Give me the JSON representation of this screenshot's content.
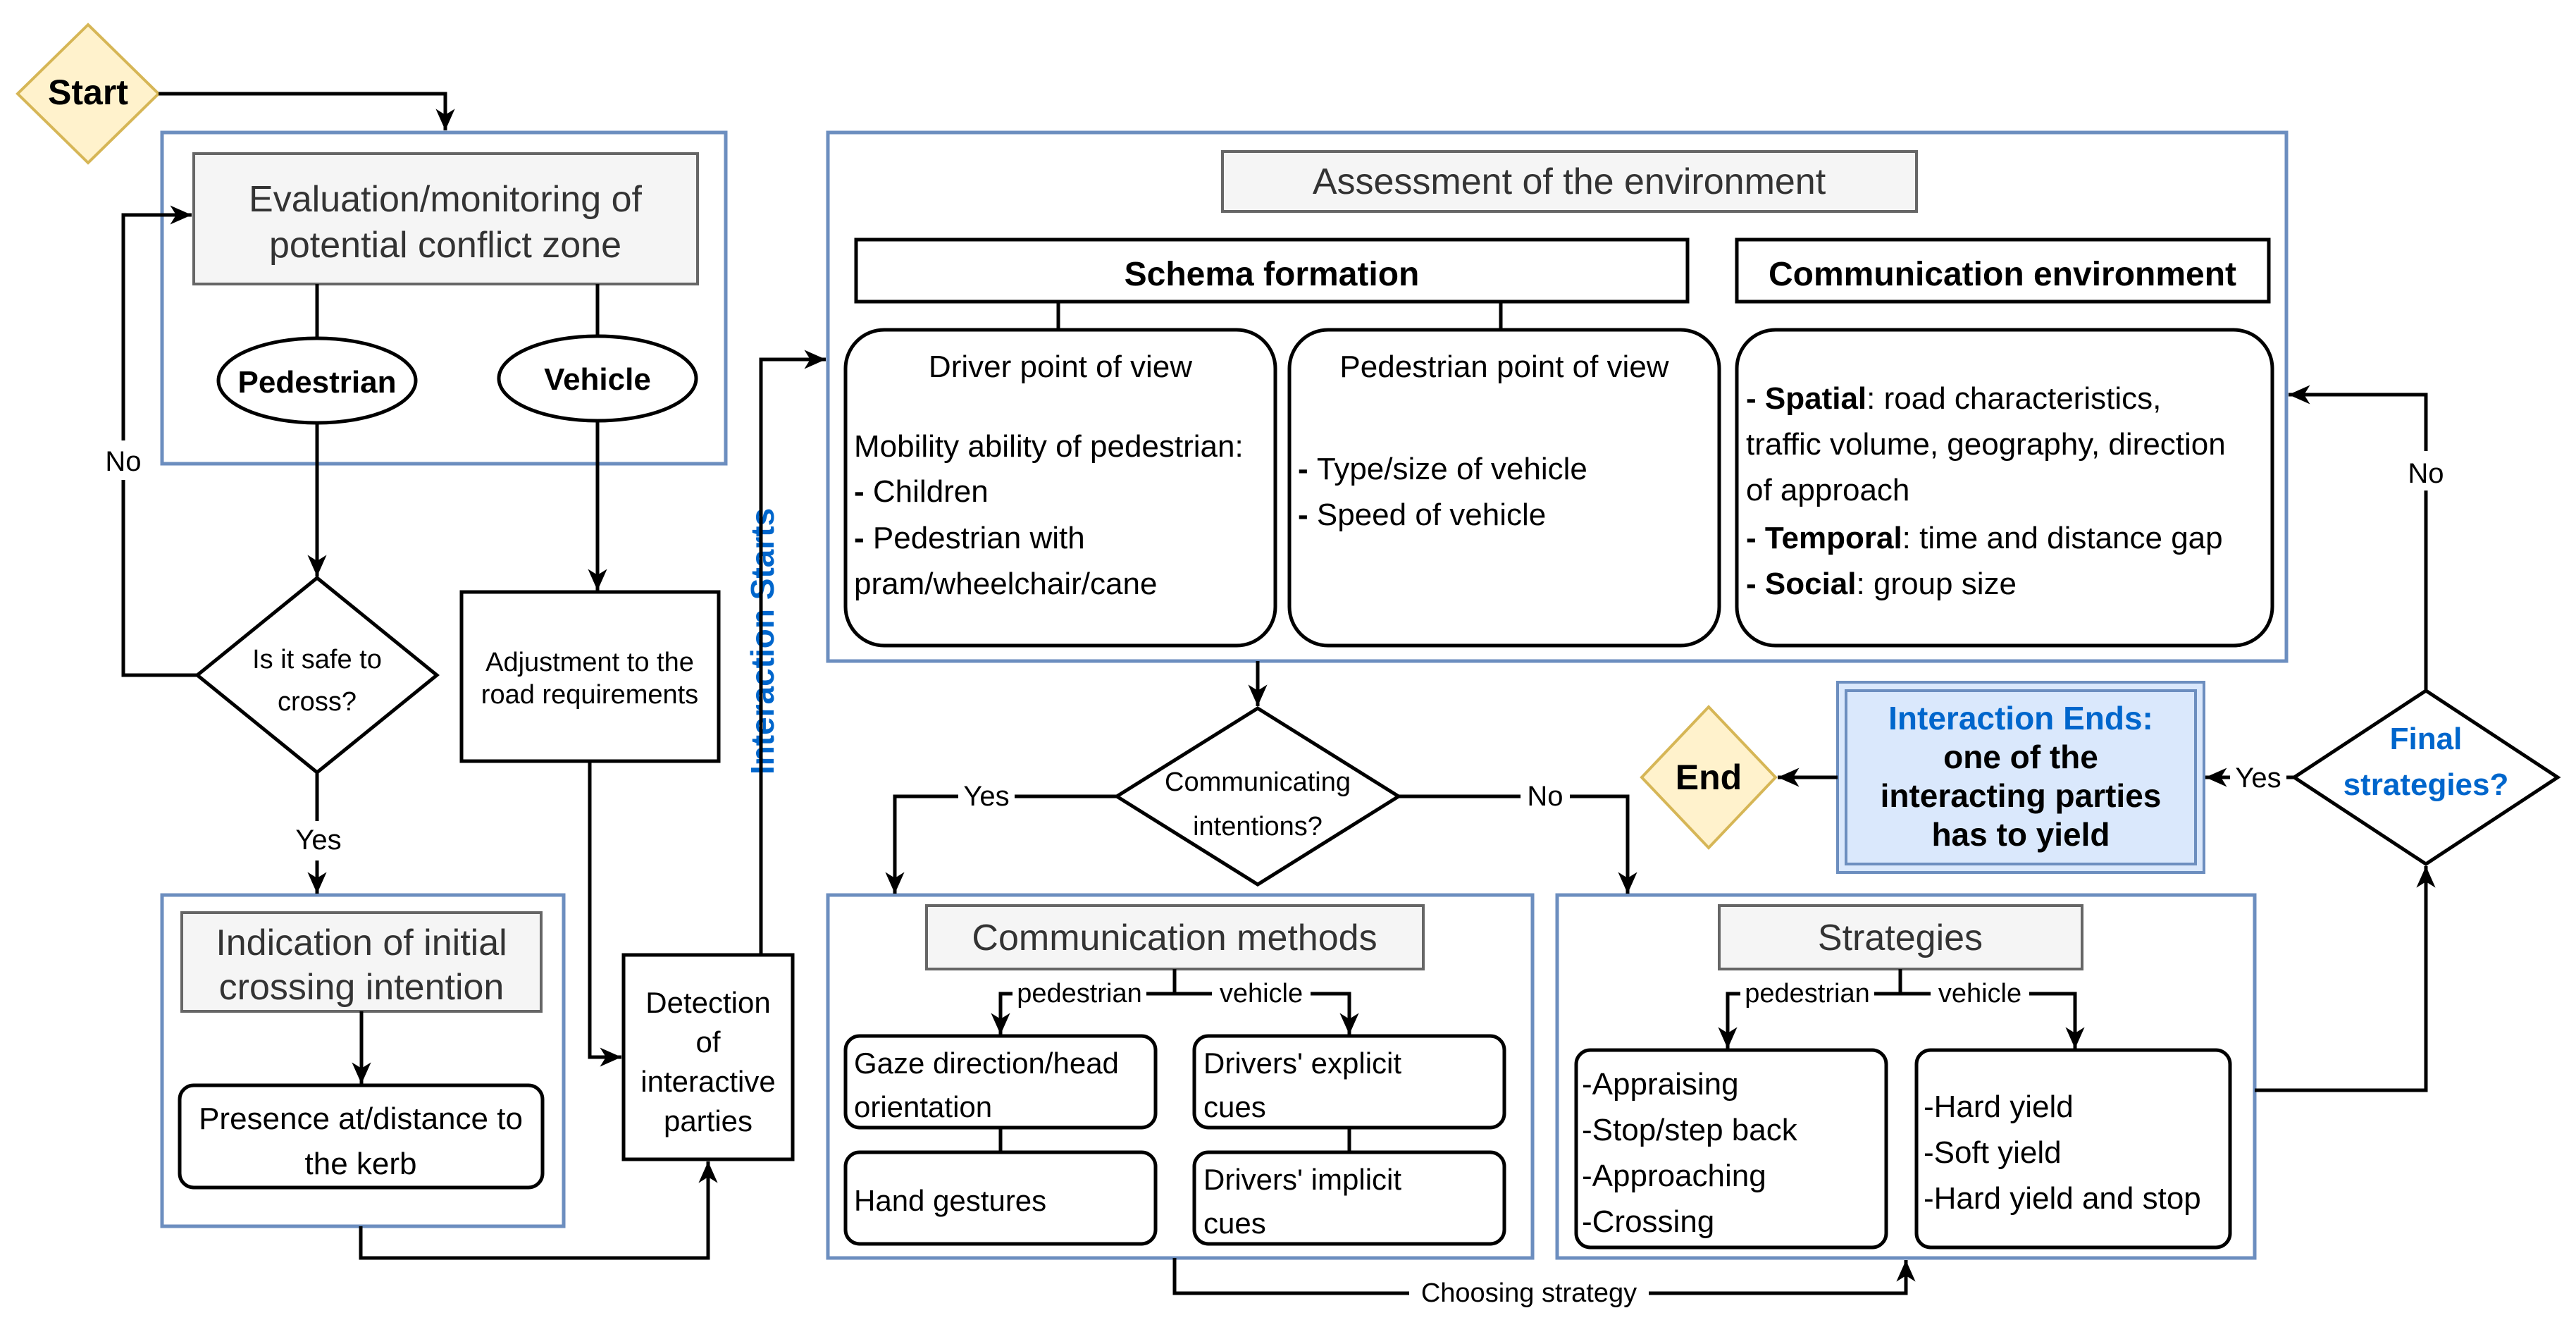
{
  "start": {
    "label": "Start"
  },
  "end": {
    "label": "End"
  },
  "monitoring": {
    "title_line1": "Evaluation/monitoring of",
    "title_line2": "potential conflict zone",
    "pedestrian": "Pedestrian",
    "vehicle": "Vehicle"
  },
  "safe_decision": {
    "line1": "Is it safe to",
    "line2": "cross?",
    "no_label": "No",
    "yes_label": "Yes"
  },
  "adjustment": {
    "line1": "Adjustment to the",
    "line2": "road requirements"
  },
  "indication": {
    "title_line1": "Indication of initial",
    "title_line2": "crossing intention",
    "presence_line1": "Presence at/distance to",
    "presence_line2": "the kerb"
  },
  "detection": {
    "line1": "Detection",
    "line2": "of",
    "line3": "interactive",
    "line4": "parties"
  },
  "interaction_starts": "Interaction Starts",
  "assessment": {
    "title": "Assessment of the environment",
    "schema_title": "Schema formation",
    "driver_pov": {
      "title": "Driver point of view",
      "line1": "Mobility ability of pedestrian:",
      "line2": "Children",
      "line3": "Pedestrian with",
      "line4": "pram/wheelchair/cane"
    },
    "pedestrian_pov": {
      "title": "Pedestrian point of view",
      "line1": "Type/size of vehicle",
      "line2": "Speed of vehicle"
    },
    "comm_env": {
      "title": "Communication environment",
      "spatial_label": "Spatial",
      "spatial_text": ": road characteristics,",
      "spatial_line2": "traffic volume, geography, direction",
      "spatial_line3": "of approach",
      "temporal_label": "Temporal",
      "temporal_text": ": time and distance gap",
      "social_label": "Social",
      "social_text": ": group size"
    }
  },
  "communicating": {
    "line1": "Communicating",
    "line2": "intentions?",
    "yes_label": "Yes",
    "no_label": "No"
  },
  "comm_methods": {
    "title": "Communication methods",
    "pedestrian": "pedestrian",
    "vehicle": "vehicle",
    "gaze_line1": "Gaze direction/head",
    "gaze_line2": "orientation",
    "hand": "Hand gestures",
    "explicit_line1": "Drivers' explicit",
    "explicit_line2": "cues",
    "implicit_line1": "Drivers' implicit",
    "implicit_line2": "cues"
  },
  "strategies": {
    "title": "Strategies",
    "pedestrian": "pedestrian",
    "vehicle": "vehicle",
    "ped_items": [
      "-Appraising",
      "-Stop/step back",
      "-Approaching",
      "-Crossing"
    ],
    "veh_items": [
      "-Hard yield",
      "-Soft yield",
      "-Hard yield and stop"
    ]
  },
  "choosing_strategy": "Choosing strategy",
  "final": {
    "line1": "Final",
    "line2": "strategies?",
    "yes_label": "Yes",
    "no_label": "No"
  },
  "interaction_ends": {
    "line1": "Interaction Ends:",
    "line2": "one of the",
    "line3": "interacting parties",
    "line4": "has to yield"
  },
  "colors": {
    "container_border": "#6c8ebf",
    "title_fill": "#f5f5f5",
    "title_border": "#666666",
    "diamond_fill": "#fff2cc",
    "diamond_border": "#d6b656",
    "ends_fill": "#dae8fc",
    "accent_text": "#0066cc"
  }
}
